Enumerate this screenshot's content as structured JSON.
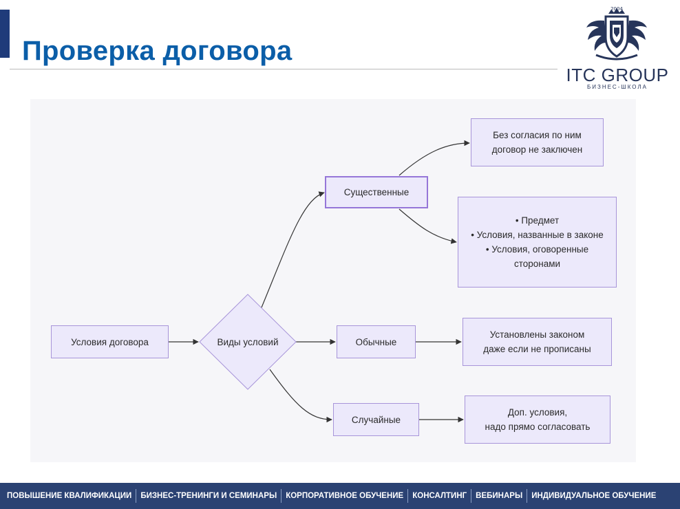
{
  "header": {
    "title": "Проверка договора"
  },
  "logo": {
    "year": "2004",
    "name": "ITC GROUP",
    "subtitle": "БИЗНЕС-ШКОЛА"
  },
  "diagram": {
    "nodes": {
      "contract_terms": "Условия договора",
      "term_types": "Виды условий",
      "essential": "Существенные",
      "essential_note": "Без согласия по ним\nдоговор не заключен",
      "essential_list": [
        "Предмет",
        "Условия, названные в законе",
        "Условия, оговоренные сторонами"
      ],
      "ordinary": "Обычные",
      "ordinary_note": "Установлены законом\nдаже если не прописаны",
      "random": "Случайные",
      "random_note": "Доп. условия,\nнадо прямо согласовать"
    }
  },
  "footer": {
    "items": [
      "Повышение квалификации",
      "Бизнес-тренинги и семинары",
      "Корпоративное обучение",
      "Консалтинг",
      "Вебинары",
      "Индивидуальное обучение"
    ]
  },
  "colors": {
    "title": "#0b5ea8",
    "node_fill": "#ece9fb",
    "node_border": "#a794d9",
    "footer_bg": "#2b4273"
  }
}
